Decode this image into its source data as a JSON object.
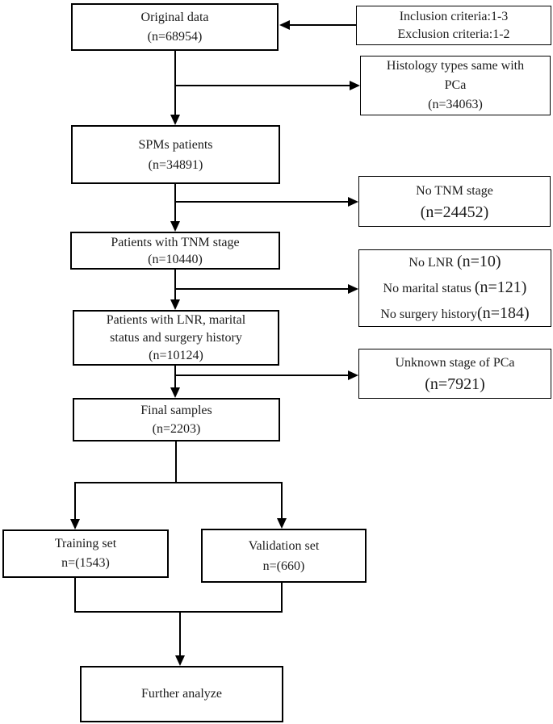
{
  "figure_type": "flowchart",
  "colors": {
    "background": "#ffffff",
    "line": "#000000",
    "text": "#1c1c1c"
  },
  "nodes": {
    "original_data": {
      "lines": [
        "Original data",
        "(n=68954)"
      ]
    },
    "criteria": {
      "lines": [
        "Inclusion criteria:1-3",
        "Exclusion criteria:1-2"
      ]
    },
    "histology_excluded": {
      "lines": [
        "Histology types same with",
        "PCa",
        "(n=34063)"
      ]
    },
    "spms_patients": {
      "lines": [
        "SPMs patients",
        "(n=34891)"
      ]
    },
    "no_tnm_excluded": {
      "label": "No TNM stage",
      "count": "(n=24452)"
    },
    "tnm_patients": {
      "lines": [
        "Patients with TNM stage",
        "(n=10440)"
      ]
    },
    "missing_excluded": {
      "rows": [
        {
          "label": "No LNR ",
          "count": "(n=10)"
        },
        {
          "label": "No marital status ",
          "count": "(n=121)"
        },
        {
          "label": "No surgery history",
          "count": "(n=184)"
        }
      ]
    },
    "lnr_patients": {
      "lines": [
        "Patients with LNR, marital",
        "status and surgery history",
        "(n=10124)"
      ]
    },
    "unknown_stage_excluded": {
      "label": "Unknown stage of PCa",
      "count": "(n=7921)"
    },
    "final_samples": {
      "lines": [
        "Final samples",
        "(n=2203)"
      ]
    },
    "training_set": {
      "lines": [
        "Training set",
        "n=(1543)"
      ]
    },
    "validation_set": {
      "lines": [
        "Validation set",
        "n=(660)"
      ]
    },
    "further_analyze": {
      "lines": [
        "Further analyze"
      ]
    }
  }
}
